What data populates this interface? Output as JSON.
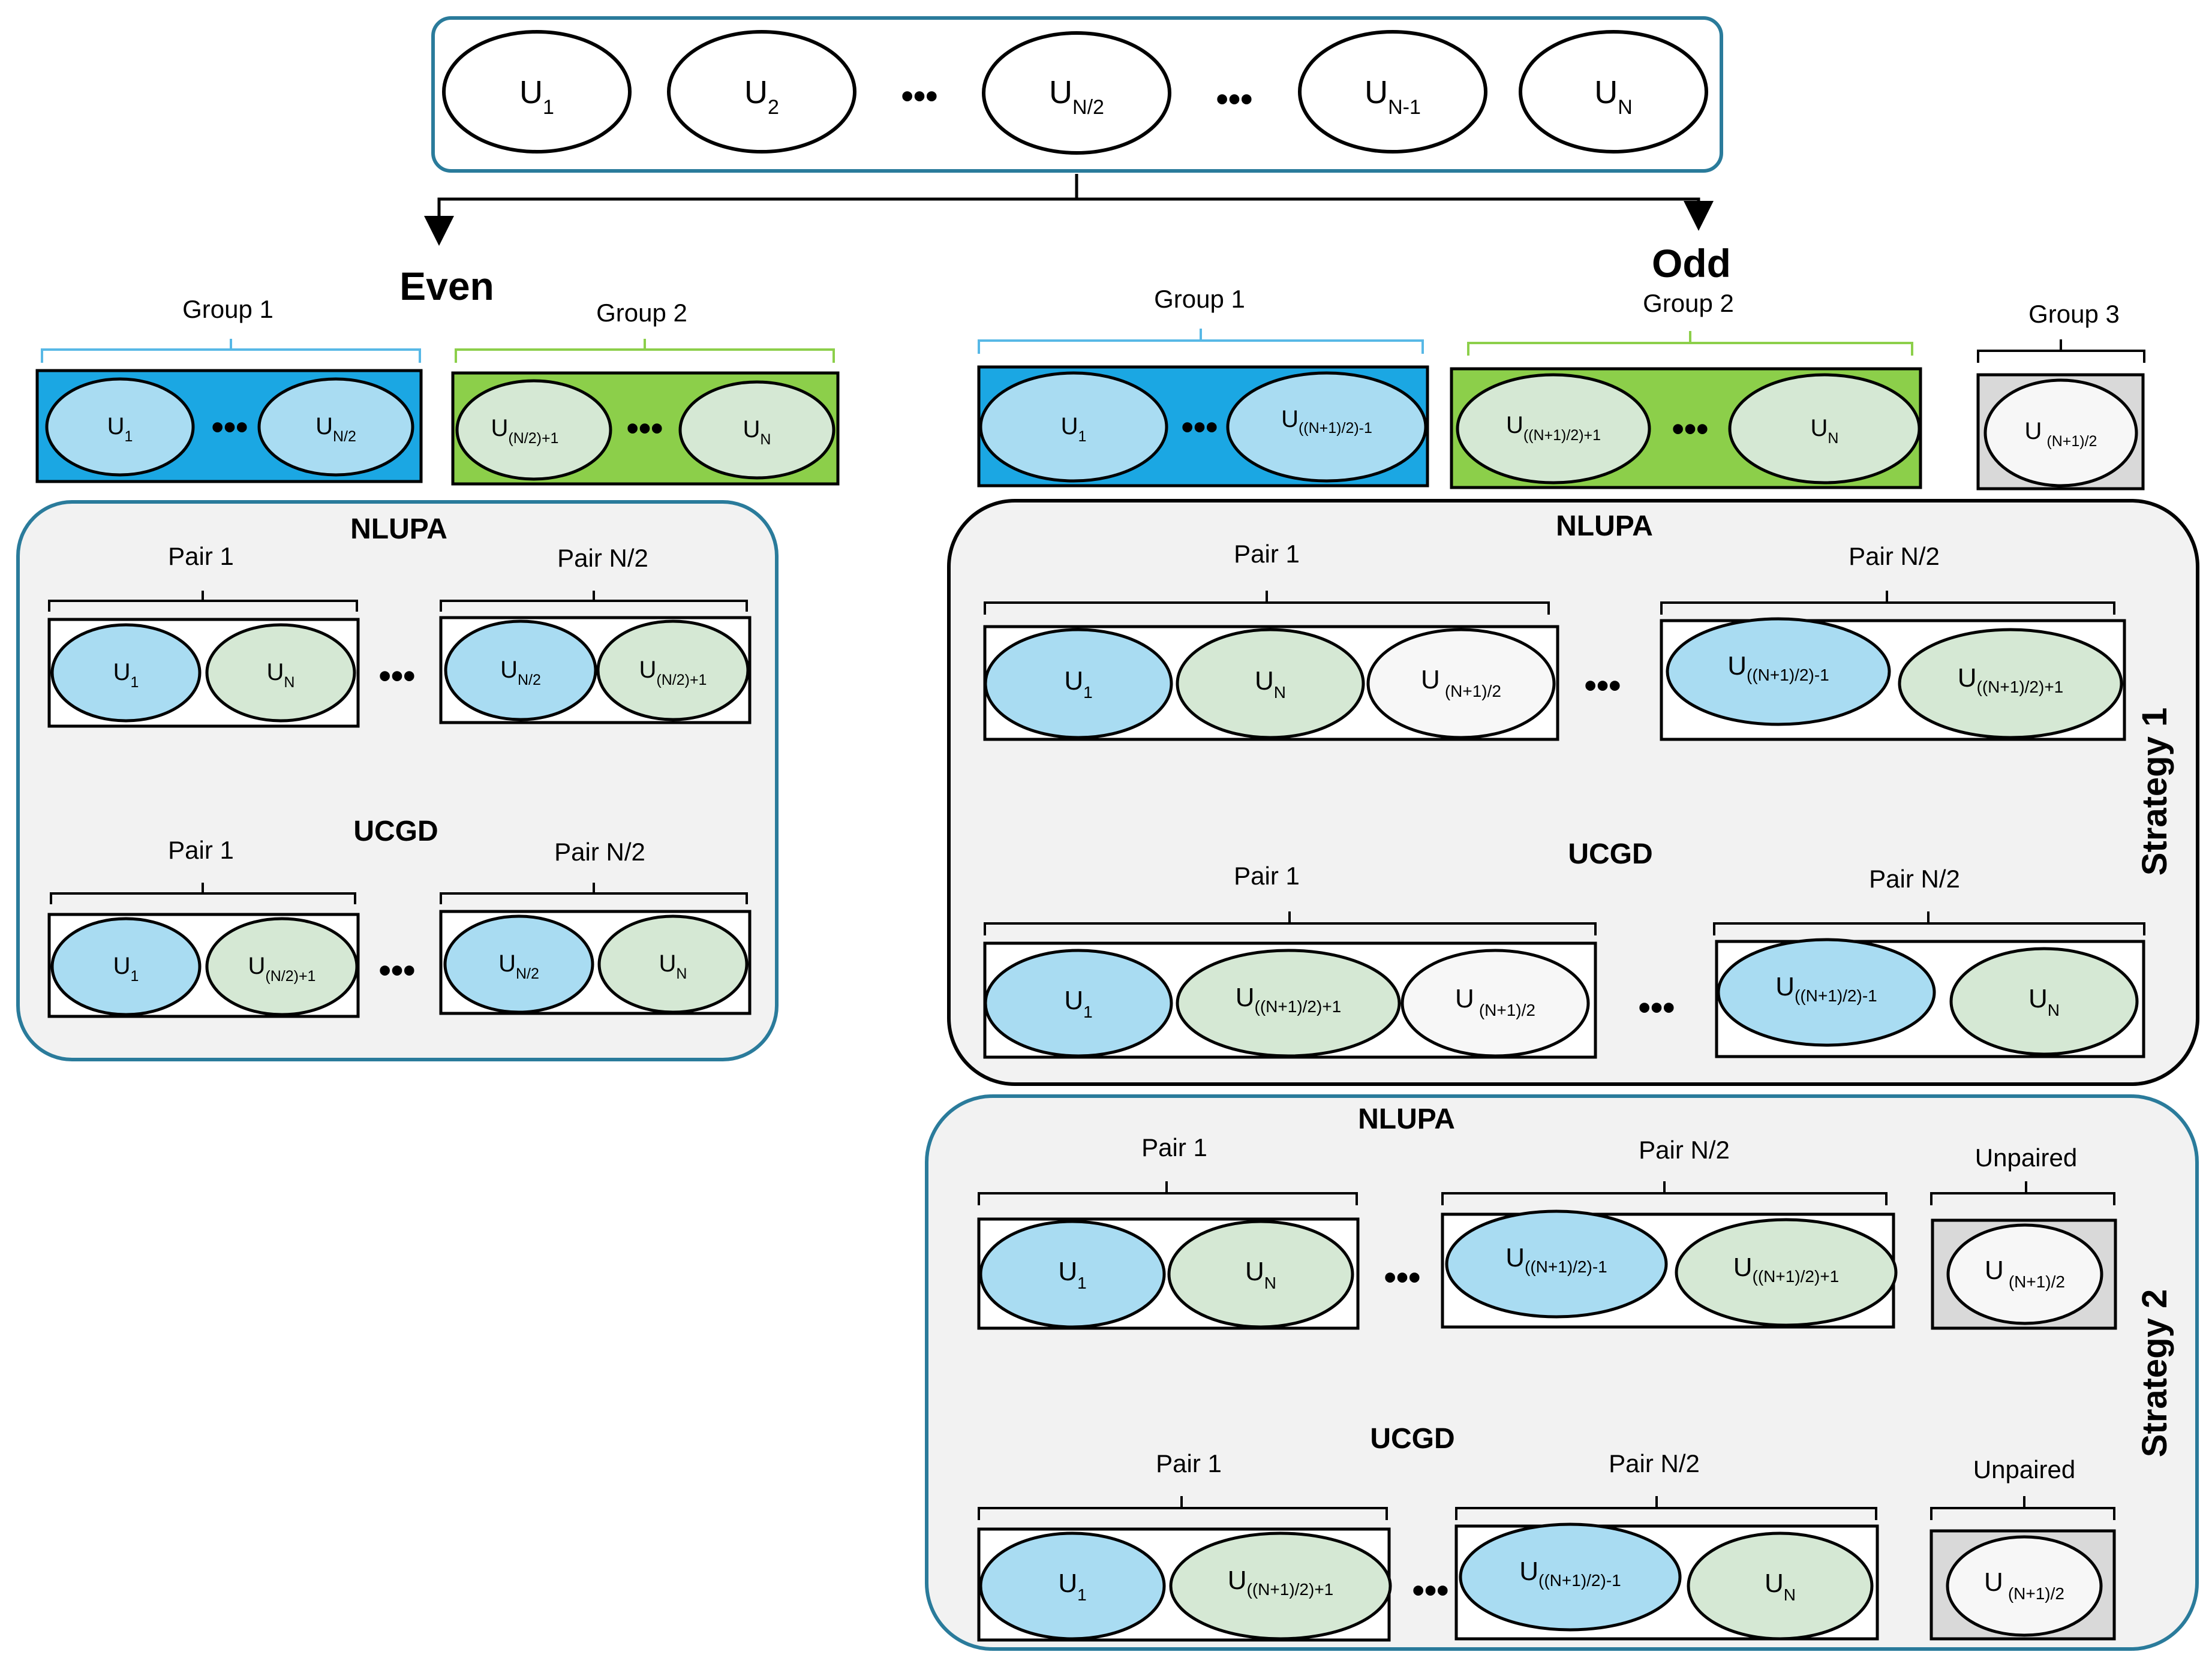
{
  "colors": {
    "blue": "#a9dcf2",
    "green": "#d5e8d4",
    "white": "#f7f7f7",
    "gray": "#d9d9d9",
    "group_blue_fill": "#1ba7e3",
    "group_green_fill": "#8ccf4a",
    "frame_teal": "#2a7b9b",
    "panel_fill": "#f2f2f2",
    "brace_blue": "#57b8e6",
    "brace_green": "#8ccf4a"
  },
  "top_users": [
    {
      "main": "U",
      "sub": "1"
    },
    {
      "main": "U",
      "sub": "2"
    },
    {
      "main": "U",
      "sub": "N/2"
    },
    {
      "main": "U",
      "sub": "N-1"
    },
    {
      "main": "U",
      "sub": "N"
    }
  ],
  "ellipsis": "•••",
  "even": {
    "title": "Even",
    "group1_label": "Group 1",
    "group2_label": "Group 2",
    "group1_users": [
      {
        "main": "U",
        "sub": "1"
      },
      {
        "main": "U",
        "sub": "N/2"
      }
    ],
    "group2_users": [
      {
        "main": "U",
        "sub": "(N/2)+1"
      },
      {
        "main": "U",
        "sub": "N"
      }
    ],
    "nlupa": {
      "title": "NLUPA",
      "pair_first_label": "Pair 1",
      "pair_last_label": "Pair N/2",
      "pair_first": [
        {
          "main": "U",
          "sub": "1"
        },
        {
          "main": "U",
          "sub": "N"
        }
      ],
      "pair_last": [
        {
          "main": "U",
          "sub": "N/2"
        },
        {
          "main": "U",
          "sub": "(N/2)+1"
        }
      ]
    },
    "ucgd": {
      "title": "UCGD",
      "pair_first_label": "Pair 1",
      "pair_last_label": "Pair N/2",
      "pair_first": [
        {
          "main": "U",
          "sub": "1"
        },
        {
          "main": "U",
          "sub": "(N/2)+1"
        }
      ],
      "pair_last": [
        {
          "main": "U",
          "sub": "N/2"
        },
        {
          "main": "U",
          "sub": "N"
        }
      ]
    }
  },
  "odd": {
    "title": "Odd",
    "group1_label": "Group 1",
    "group2_label": "Group 2",
    "group3_label": "Group 3",
    "group1_users": [
      {
        "main": "U",
        "sub": "1"
      },
      {
        "main": "U",
        "sub": "((N+1)/2)-1"
      }
    ],
    "group2_users": [
      {
        "main": "U",
        "sub": "((N+1)/2)+1"
      },
      {
        "main": "U",
        "sub": "N"
      }
    ],
    "group3_users": [
      {
        "main": "U",
        "sub": "(N+1)/2"
      }
    ],
    "strategy1": {
      "label": "Strategy 1",
      "nlupa": {
        "title": "NLUPA",
        "pair_first_label": "Pair 1",
        "pair_last_label": "Pair N/2",
        "pair_first": [
          {
            "main": "U",
            "sub": "1"
          },
          {
            "main": "U",
            "sub": "N"
          },
          {
            "main": "U",
            "sub": "(N+1)/2"
          }
        ],
        "pair_last": [
          {
            "main": "U",
            "sub": "((N+1)/2)-1"
          },
          {
            "main": "U",
            "sub": "((N+1)/2)+1"
          }
        ]
      },
      "ucgd": {
        "title": "UCGD",
        "pair_first_label": "Pair 1",
        "pair_last_label": "Pair N/2",
        "pair_first": [
          {
            "main": "U",
            "sub": "1"
          },
          {
            "main": "U",
            "sub": "((N+1)/2)+1"
          },
          {
            "main": "U",
            "sub": "(N+1)/2"
          }
        ],
        "pair_last": [
          {
            "main": "U",
            "sub": "((N+1)/2)-1"
          },
          {
            "main": "U",
            "sub": "N"
          }
        ]
      }
    },
    "strategy2": {
      "label": "Strategy 2",
      "nlupa": {
        "title": "NLUPA",
        "pair_first_label": "Pair 1",
        "pair_last_label": "Pair N/2",
        "unpaired_label": "Unpaired",
        "pair_first": [
          {
            "main": "U",
            "sub": "1"
          },
          {
            "main": "U",
            "sub": "N"
          }
        ],
        "pair_last": [
          {
            "main": "U",
            "sub": "((N+1)/2)-1"
          },
          {
            "main": "U",
            "sub": "((N+1)/2)+1"
          }
        ],
        "unpaired": [
          {
            "main": "U",
            "sub": "(N+1)/2"
          }
        ]
      },
      "ucgd": {
        "title": "UCGD",
        "pair_first_label": "Pair 1",
        "pair_last_label": "Pair N/2",
        "unpaired_label": "Unpaired",
        "pair_first": [
          {
            "main": "U",
            "sub": "1"
          },
          {
            "main": "U",
            "sub": "((N+1)/2)+1"
          }
        ],
        "pair_last": [
          {
            "main": "U",
            "sub": "((N+1)/2)-1"
          },
          {
            "main": "U",
            "sub": "N"
          }
        ],
        "unpaired": [
          {
            "main": "U",
            "sub": "(N+1)/2"
          }
        ]
      }
    }
  }
}
